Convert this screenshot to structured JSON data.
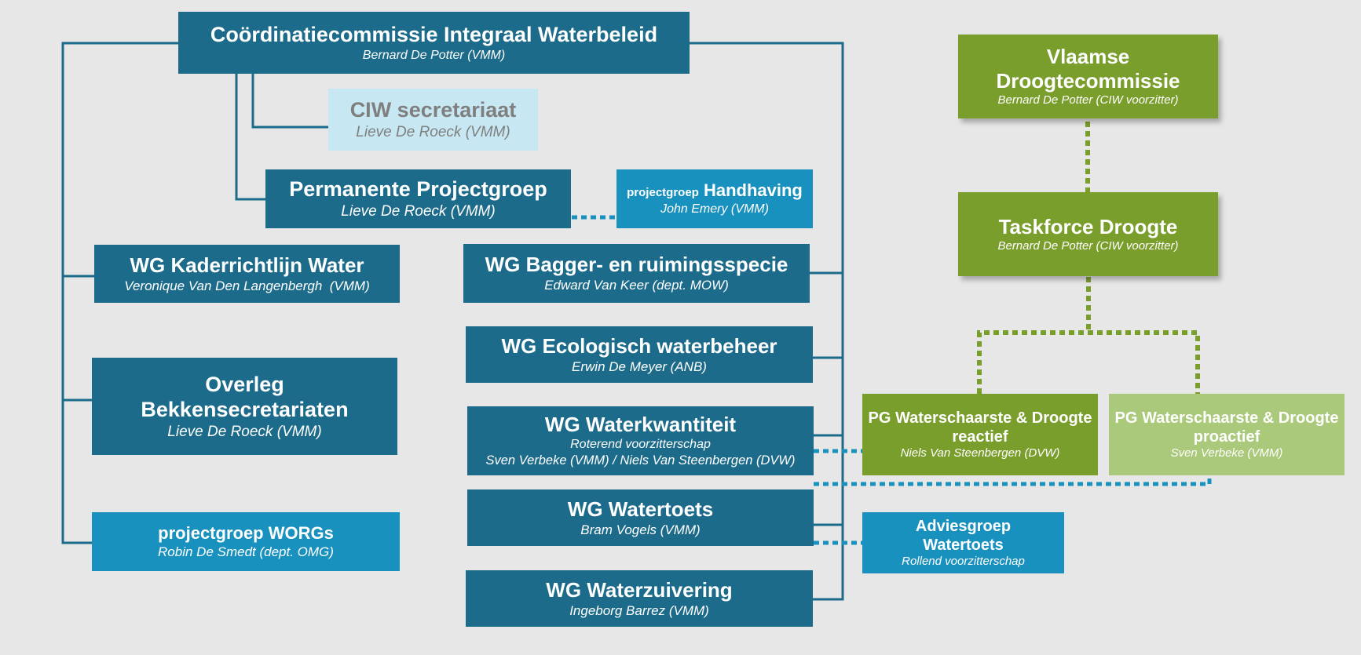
{
  "colors": {
    "background": "#e7e7e7",
    "dark_blue": "#1d6b8a",
    "mid_blue": "#1991bf",
    "light_blue": "#c7e8f3",
    "green": "#7a9e2c",
    "light_green": "#aac97a",
    "connector": "#1d6b8a",
    "dotted_blue": "#1991bf",
    "dotted_green": "#7a9e2c"
  },
  "ciw": {
    "title": "Coördinatiecommissie Integraal Waterbeleid",
    "chair": "Bernard De Potter (VMM)"
  },
  "secretariaat": {
    "title": "CIW secretariaat",
    "chair": "Lieve De Roeck (VMM)"
  },
  "permanente": {
    "title": "Permanente Projectgroep",
    "chair": "Lieve De Roeck (VMM)"
  },
  "handhaving": {
    "prefix": "projectgroep",
    "title": "Handhaving",
    "chair": "John Emery (VMM)"
  },
  "kaderrichtlijn": {
    "title": "WG Kaderrichtlijn Water",
    "chair": "Veronique Van Den Langenbergh  (VMM)"
  },
  "overleg": {
    "title_line1": "Overleg",
    "title_line2": "Bekkensecretariaten",
    "chair": "Lieve De Roeck (VMM)"
  },
  "worgs": {
    "title": "projectgroep WORGs",
    "chair": "Robin De Smedt (dept. OMG)"
  },
  "bagger": {
    "title": "WG Bagger- en ruimingsspecie",
    "chair": "Edward Van Keer (dept. MOW)"
  },
  "ecologisch": {
    "title": "WG Ecologisch waterbeheer",
    "chair": "Erwin De Meyer (ANB)"
  },
  "waterkwantiteit": {
    "title": "WG Waterkwantiteit",
    "line1": "Roterend voorzitterschap",
    "line2": "Sven Verbeke (VMM) / Niels Van Steenbergen (DVW)"
  },
  "watertoets": {
    "title": "WG Watertoets",
    "chair": "Bram Vogels (VMM)"
  },
  "waterzuivering": {
    "title": "WG Waterzuivering",
    "chair": "Ingeborg Barrez (VMM)"
  },
  "adviesgroep": {
    "title_line1": "Adviesgroep",
    "title_line2": "Watertoets",
    "chair": "Rollend voorzitterschap"
  },
  "droogtecommissie": {
    "title_line1": "Vlaamse",
    "title_line2": "Droogtecommissie",
    "chair": "Bernard De Potter (CIW voorzitter)"
  },
  "taskforce": {
    "title": "Taskforce Droogte",
    "chair": "Bernard De Potter (CIW voorzitter)"
  },
  "pg_reactief": {
    "title_line1": "PG Waterschaarste & Droogte",
    "title_line2": "reactief",
    "chair": "Niels Van Steenbergen (DVW)"
  },
  "pg_proactief": {
    "title_line1": "PG Waterschaarste & Droogte",
    "title_line2": "proactief",
    "chair": "Sven Verbeke (VMM)"
  }
}
